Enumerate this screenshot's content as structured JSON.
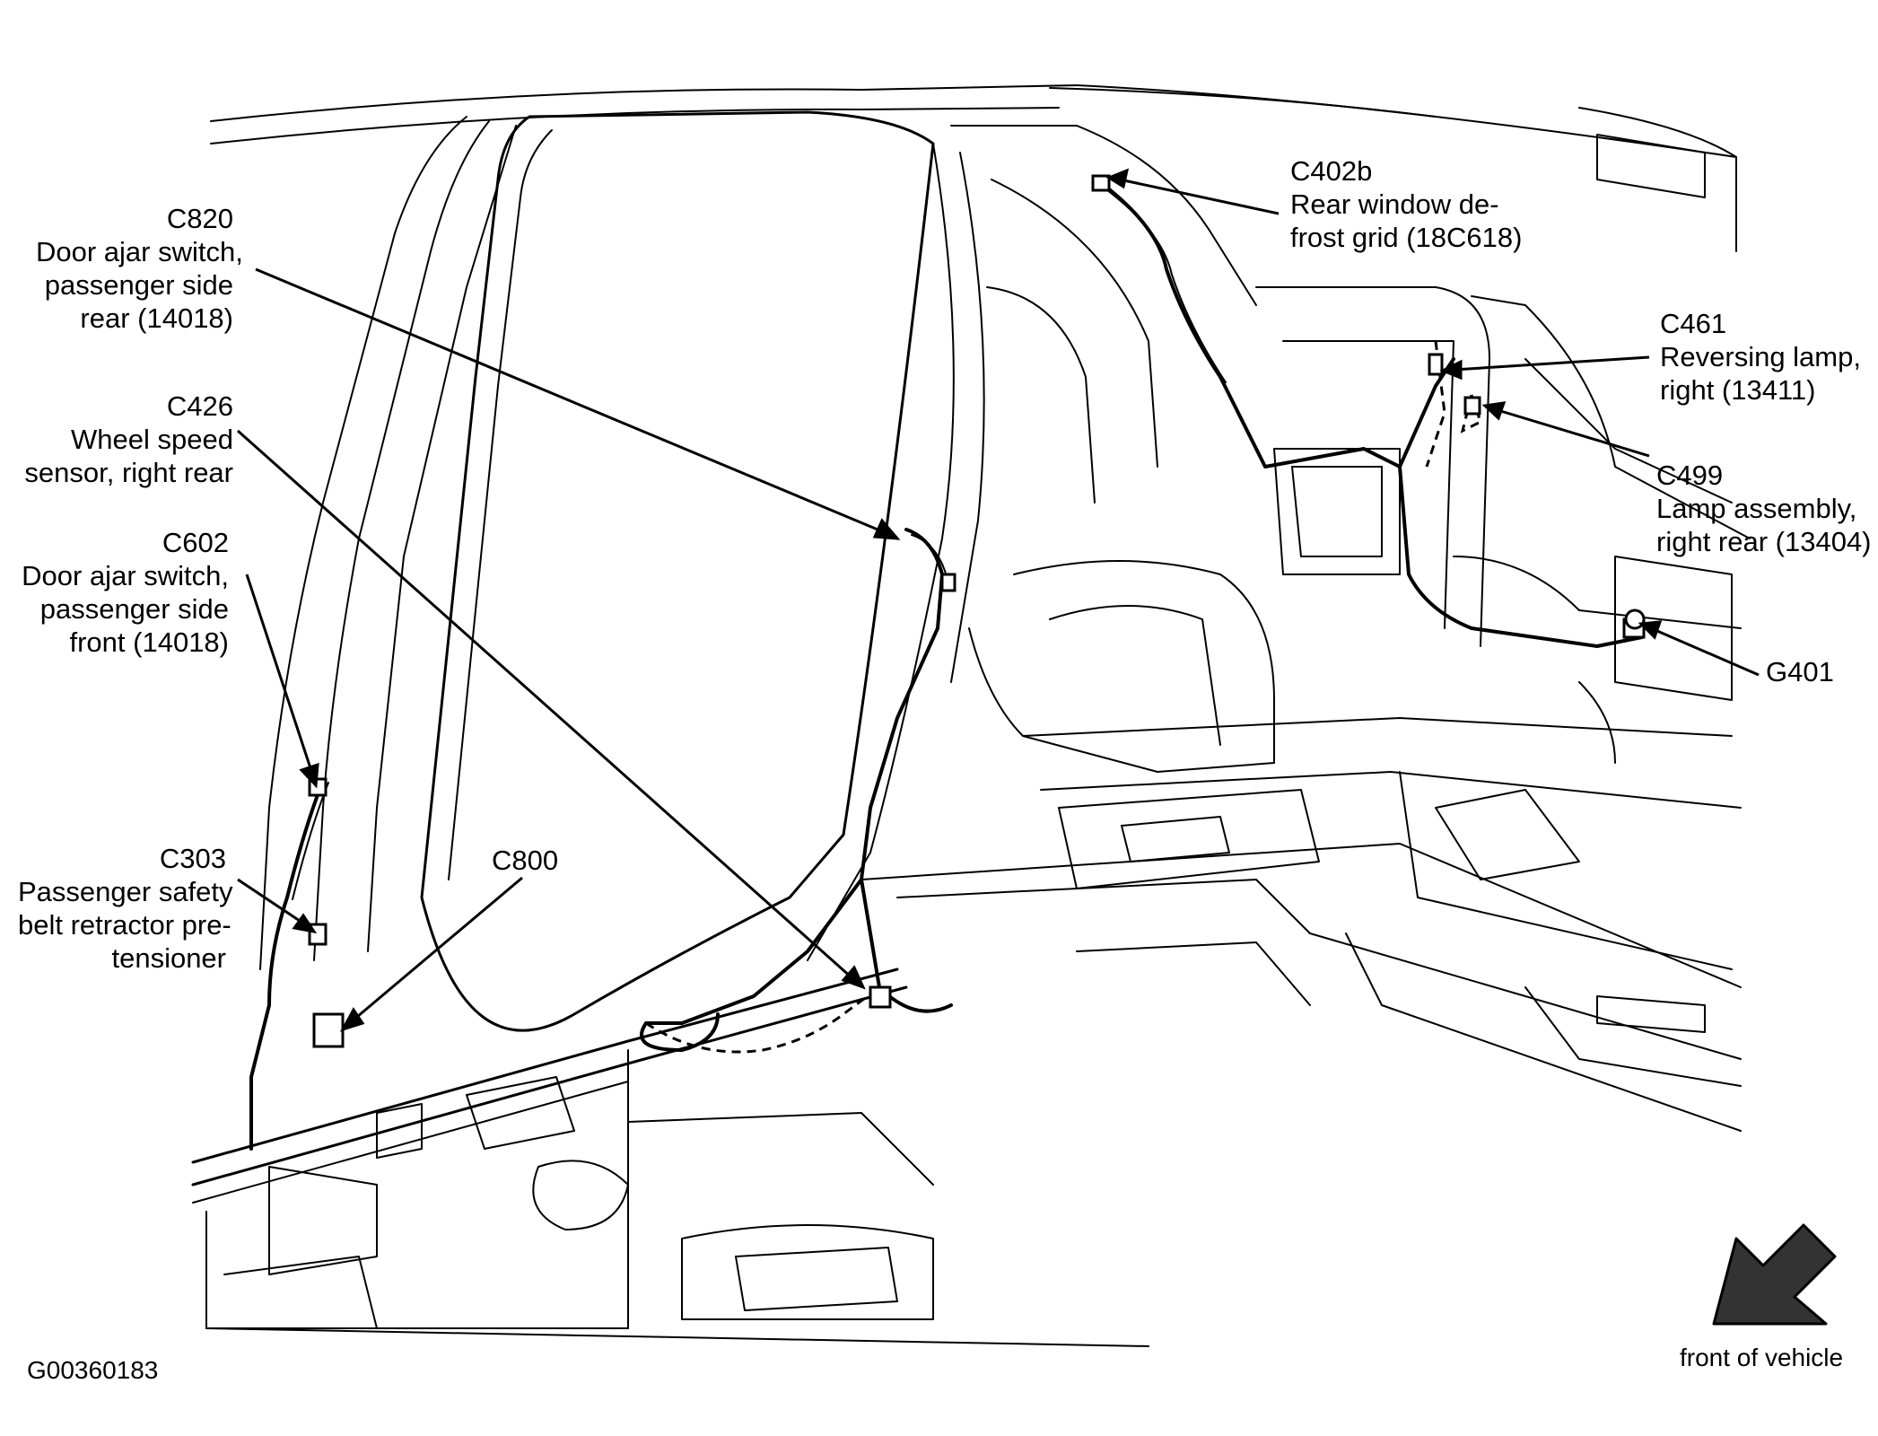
{
  "callouts": [
    {
      "id": "c820",
      "lines": [
        "C820",
        "Door ajar switch,",
        "passenger side",
        "rear (14018)"
      ]
    },
    {
      "id": "c426",
      "lines": [
        "C426",
        "Wheel speed",
        "sensor, right rear"
      ]
    },
    {
      "id": "c602",
      "lines": [
        "C602",
        "Door ajar switch,",
        "passenger side",
        "front (14018)"
      ]
    },
    {
      "id": "c303",
      "lines": [
        "C303",
        "Passenger safety",
        "belt retractor pre-",
        "tensioner"
      ]
    },
    {
      "id": "c800",
      "lines": [
        "C800"
      ]
    },
    {
      "id": "c402b",
      "lines": [
        "C402b",
        "Rear window de-",
        "frost grid (18C618)"
      ]
    },
    {
      "id": "c461",
      "lines": [
        "C461",
        "Reversing lamp,",
        "right (13411)"
      ]
    },
    {
      "id": "c499",
      "lines": [
        "C499",
        "Lamp assembly,",
        "right rear (13404)"
      ]
    },
    {
      "id": "g401",
      "lines": [
        "G401"
      ]
    }
  ],
  "figure_id": "G00360183",
  "direction_label": "front of vehicle",
  "colors": {
    "ink": "#000000",
    "paper": "#ffffff",
    "arrow_fill": "#333333"
  }
}
